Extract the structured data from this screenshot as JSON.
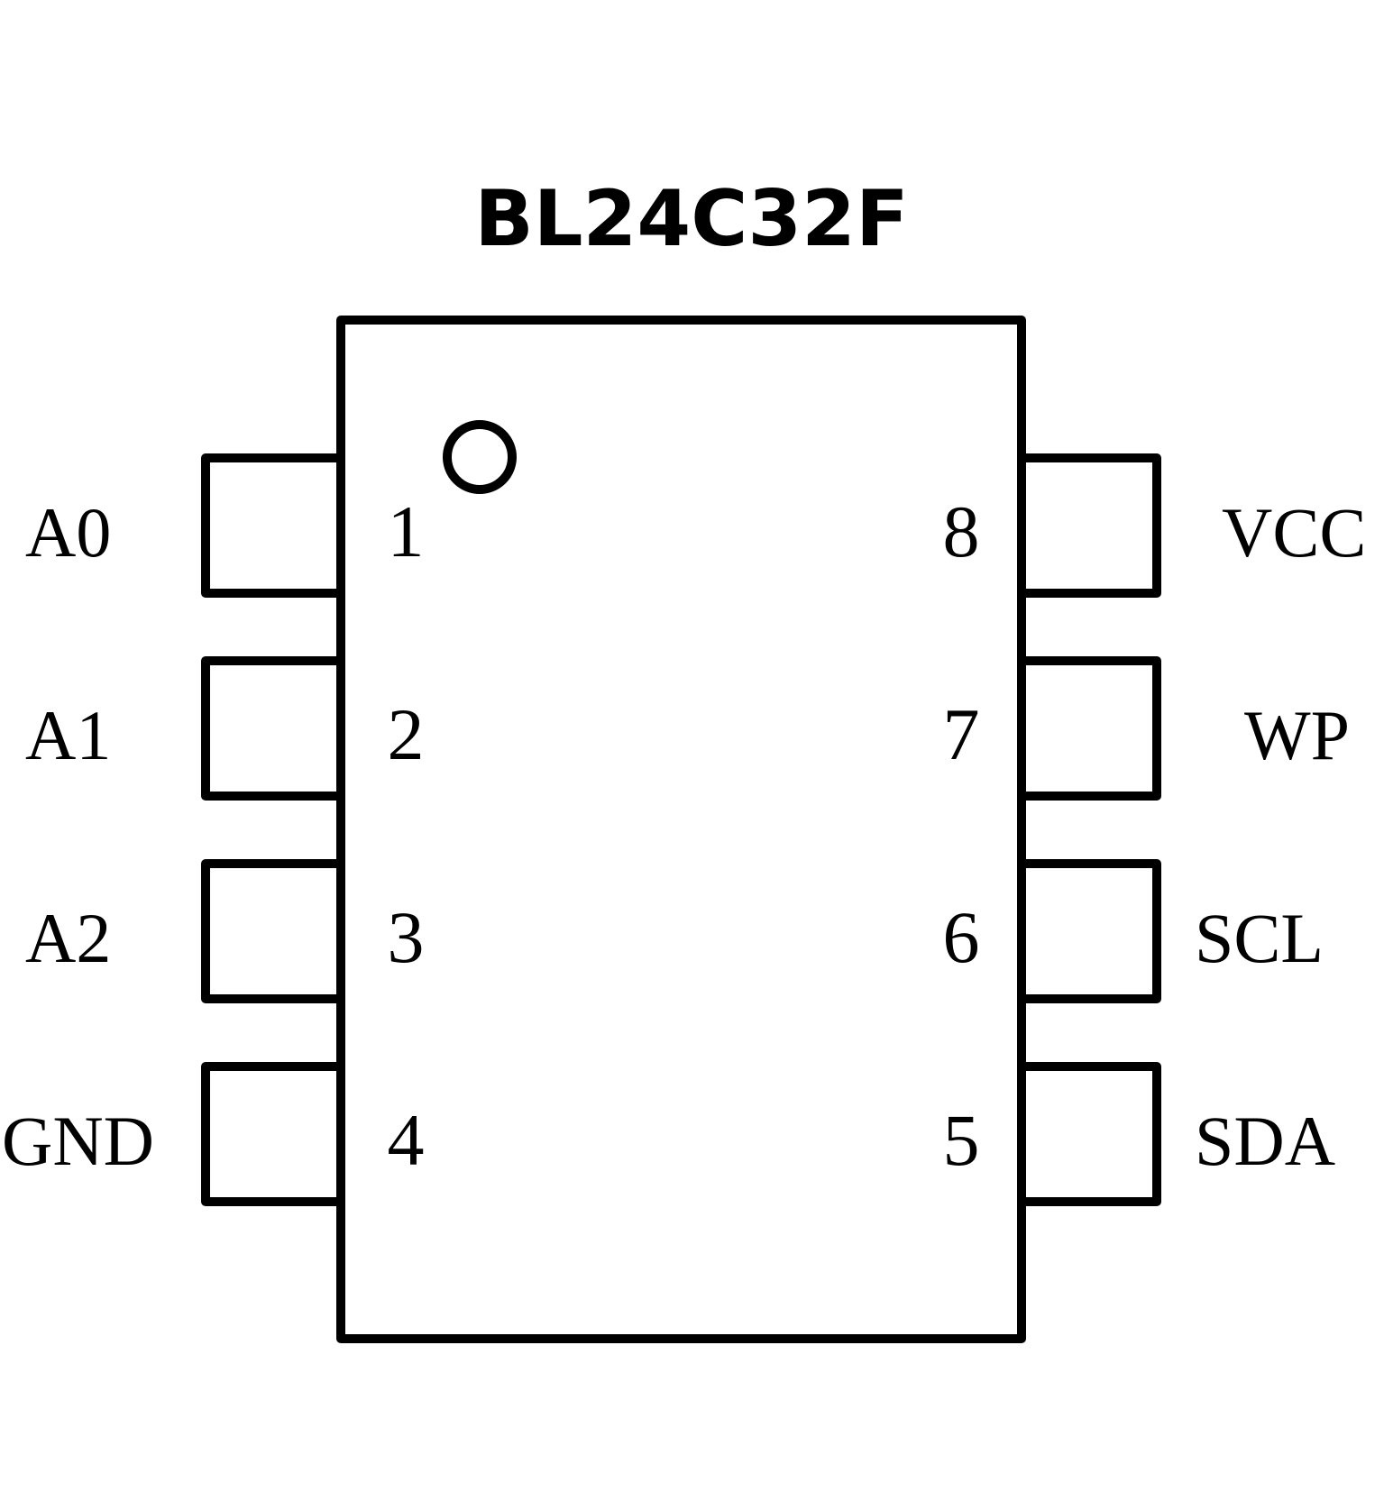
{
  "title": "BL24C32F",
  "package": {
    "pin1_marker": "circle"
  },
  "pins": {
    "left": [
      {
        "number": "1",
        "name": "A0"
      },
      {
        "number": "2",
        "name": "A1"
      },
      {
        "number": "3",
        "name": "A2"
      },
      {
        "number": "4",
        "name": "GND"
      }
    ],
    "right": [
      {
        "number": "8",
        "name": "VCC"
      },
      {
        "number": "7",
        "name": "WP"
      },
      {
        "number": "6",
        "name": "SCL"
      },
      {
        "number": "5",
        "name": "SDA"
      }
    ]
  }
}
